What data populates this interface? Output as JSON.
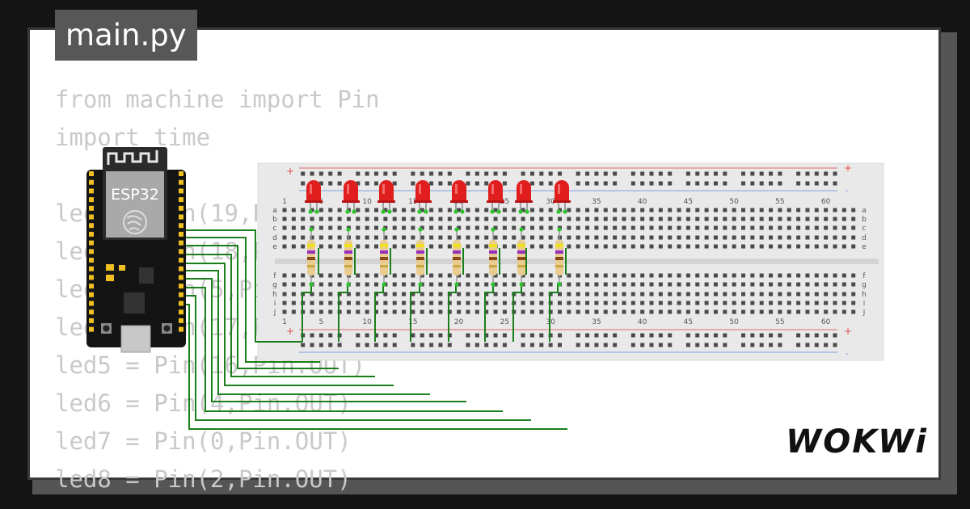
{
  "file_tab": {
    "label": "main.py"
  },
  "code_lines": [
    "from machine import Pin",
    "import time",
    "",
    "led1 = Pin(19,Pin.OUT)",
    "led2 = Pin(18,Pin.OUT)",
    "led3 = Pin(5,Pin.OUT)",
    "led4 = Pin(17,Pin.OUT)",
    "led5 = Pin(16,Pin.OUT)",
    "led6 = Pin(4,Pin.OUT)",
    "led7 = Pin(0,Pin.OUT)",
    "led8 = Pin(2,Pin.OUT)"
  ],
  "board": {
    "label": "ESP32"
  },
  "breadboard": {
    "column_numbers": [
      "1",
      "5",
      "10",
      "15",
      "20",
      "25",
      "30",
      "35",
      "40",
      "45",
      "50",
      "55",
      "60"
    ],
    "row_letters_top": [
      "a",
      "b",
      "c",
      "d",
      "e"
    ],
    "row_letters_bottom": [
      "f",
      "g",
      "h",
      "i",
      "j"
    ],
    "rail_plus": "+",
    "rail_minus": "-"
  },
  "brand": {
    "label": "WOKWi"
  },
  "colors": {
    "wire": "#1a7f1a",
    "led": "#e01e1e",
    "board": "#111111",
    "accent": "#f0c020"
  }
}
